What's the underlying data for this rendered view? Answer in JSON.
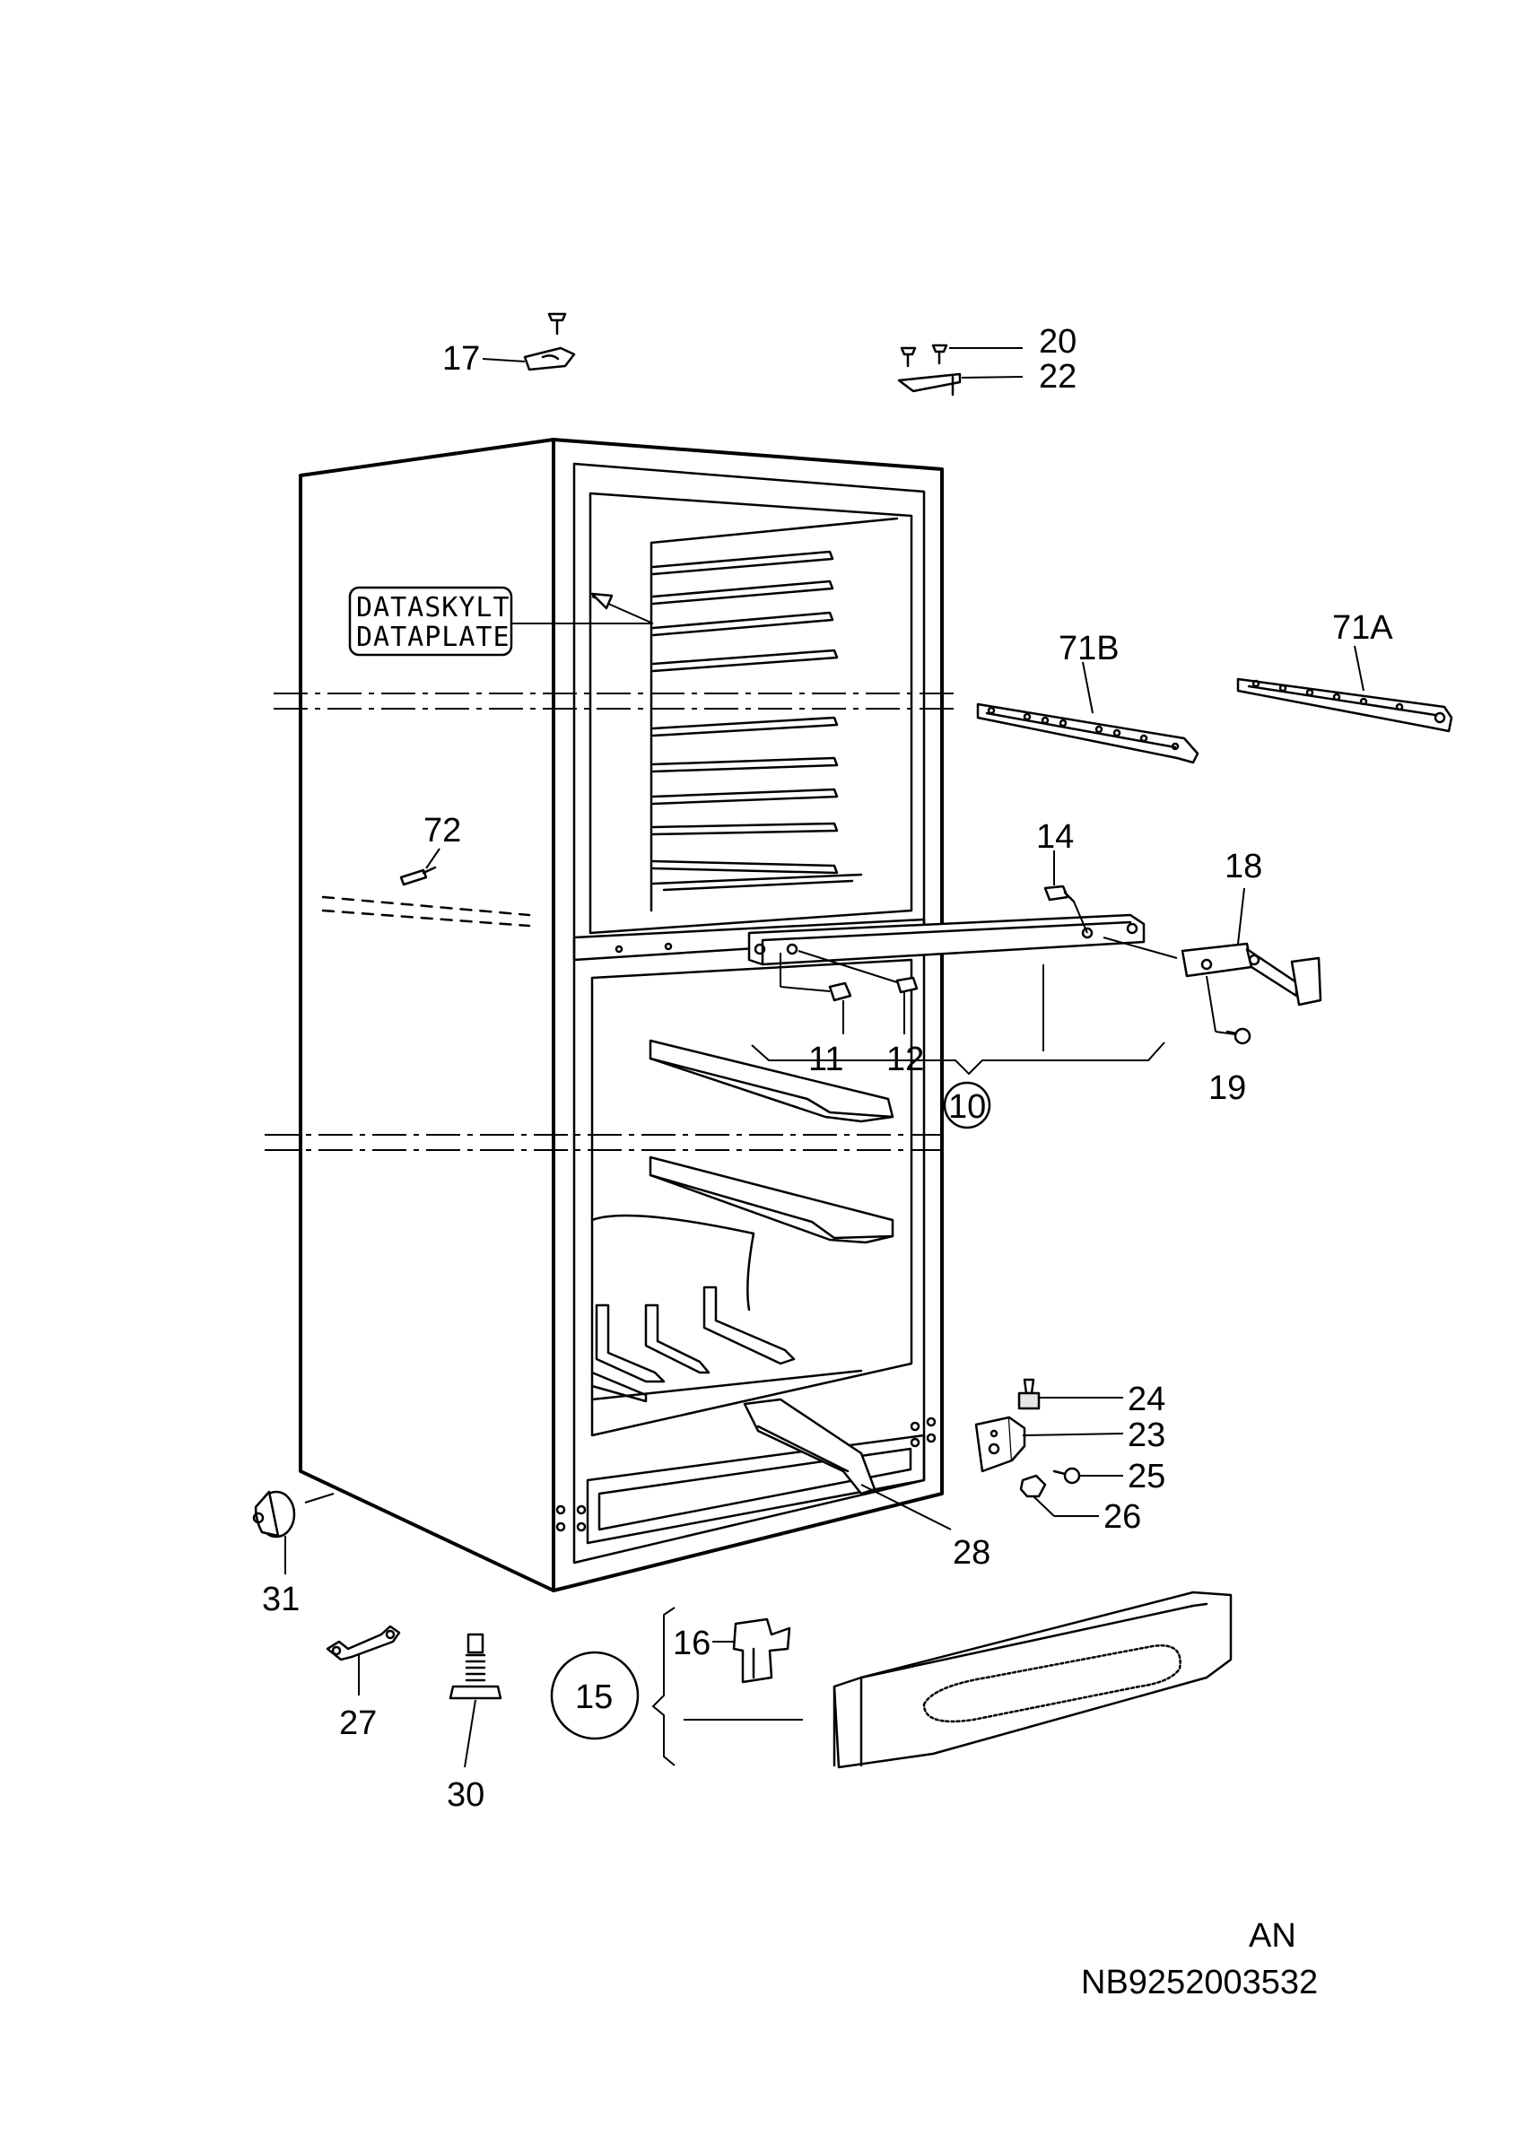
{
  "labels": {
    "l17": "17",
    "l20": "20",
    "l22": "22",
    "l71b": "71B",
    "l71a": "71A",
    "l72": "72",
    "l14": "14",
    "l18": "18",
    "l11": "11",
    "l12": "12",
    "l10": "10",
    "l19": "19",
    "l24": "24",
    "l23": "23",
    "l25": "25",
    "l26": "26",
    "l28": "28",
    "l31": "31",
    "l16": "16",
    "l15": "15",
    "l27": "27",
    "l30": "30"
  },
  "dataplate": {
    "line1": "DATASKYLT",
    "line2": "DATAPLATE"
  },
  "footer": {
    "code": "AN",
    "number": "NB9252003532"
  }
}
